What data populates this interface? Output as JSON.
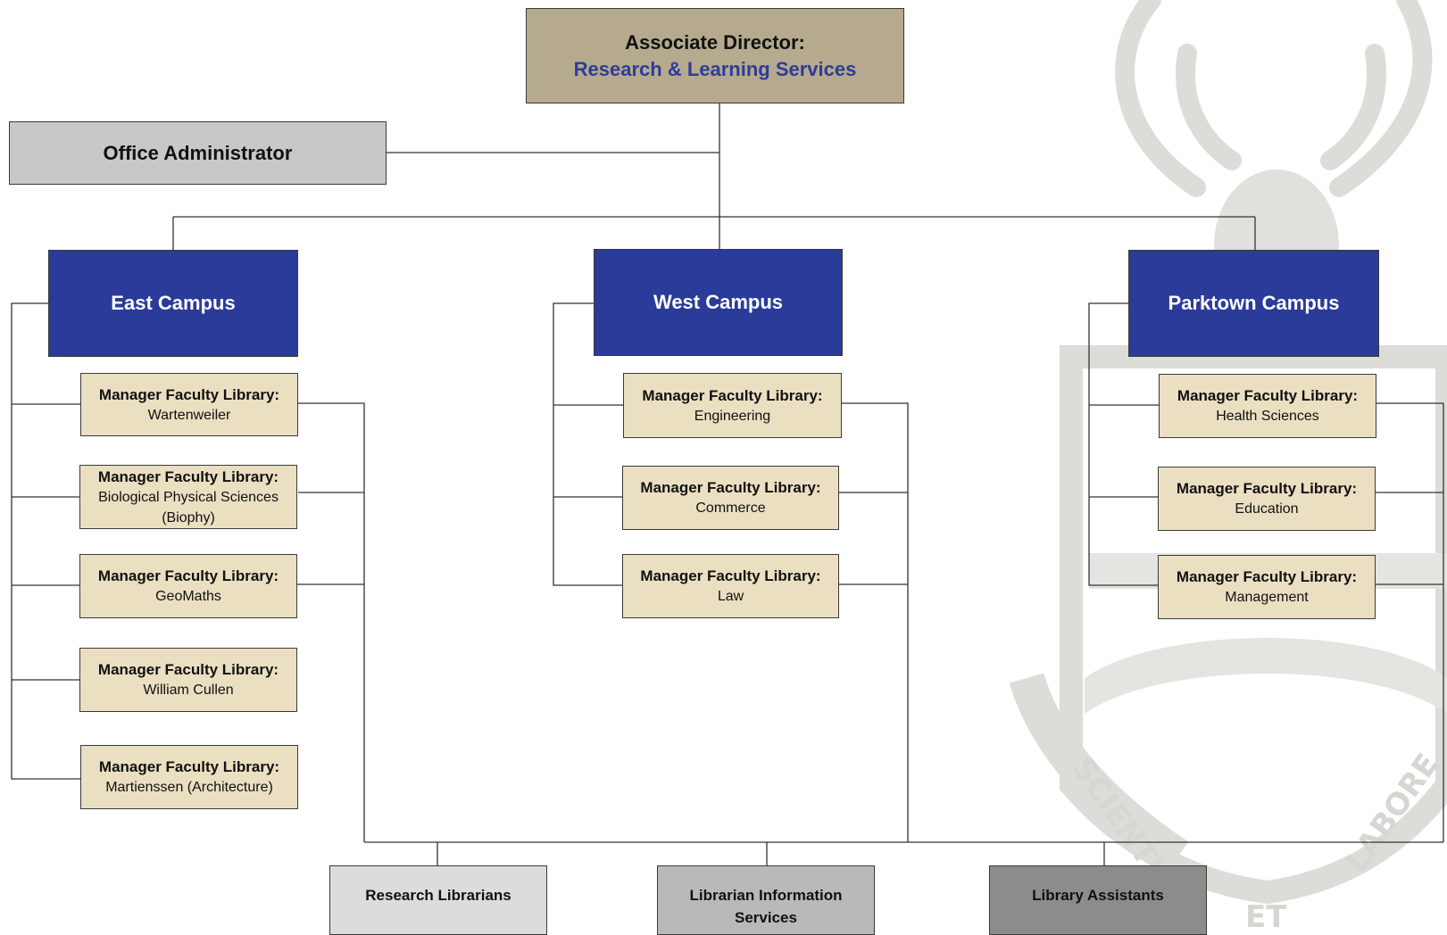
{
  "director": {
    "title": "Associate Director:",
    "subtitle": "Research  & Learning Services"
  },
  "admin": {
    "label": "Office Administrator"
  },
  "campuses": {
    "east": {
      "label": "East Campus",
      "managers": [
        {
          "heading": "Manager Faculty Library:",
          "name": "Wartenweiler"
        },
        {
          "heading": "Manager Faculty Library:",
          "name": "Biological Physical Sciences (Biophy)"
        },
        {
          "heading": "Manager Faculty Library:",
          "name": "GeoMaths"
        },
        {
          "heading": "Manager Faculty Library:",
          "name": "William Cullen"
        },
        {
          "heading": "Manager Faculty Library:",
          "name": "Martienssen (Architecture)"
        }
      ]
    },
    "west": {
      "label": "West Campus",
      "managers": [
        {
          "heading": "Manager Faculty Library:",
          "name": "Engineering"
        },
        {
          "heading": "Manager Faculty Library:",
          "name": "Commerce"
        },
        {
          "heading": "Manager Faculty Library:",
          "name": "Law"
        }
      ]
    },
    "parktown": {
      "label": "Parktown Campus",
      "managers": [
        {
          "heading": "Manager Faculty Library:",
          "name": "Health Sciences"
        },
        {
          "heading": "Manager Faculty Library:",
          "name": "Education"
        },
        {
          "heading": "Manager Faculty  Library:",
          "name": "Management"
        }
      ]
    }
  },
  "bottom": {
    "research_librarians": "Research Librarians",
    "librarian_information_services": "Librarian Information Services",
    "library_assistants": "Library Assistants"
  },
  "watermark": {
    "motto_left": "SCIENTIA",
    "motto_right": "LABORE",
    "motto_mid": "ET"
  },
  "colors": {
    "director_fill": "#b5aa8d",
    "director_subtitle": "#2e3c99",
    "admin_fill": "#c8c8c8",
    "campus_fill": "#2b3b9a",
    "manager_fill": "#ebdfc2",
    "research_librarians_fill": "#dcdcdc",
    "information_services_fill": "#b9b9b9",
    "library_assistants_fill": "#8c8c8c",
    "watermark": "#d6d6d2"
  }
}
